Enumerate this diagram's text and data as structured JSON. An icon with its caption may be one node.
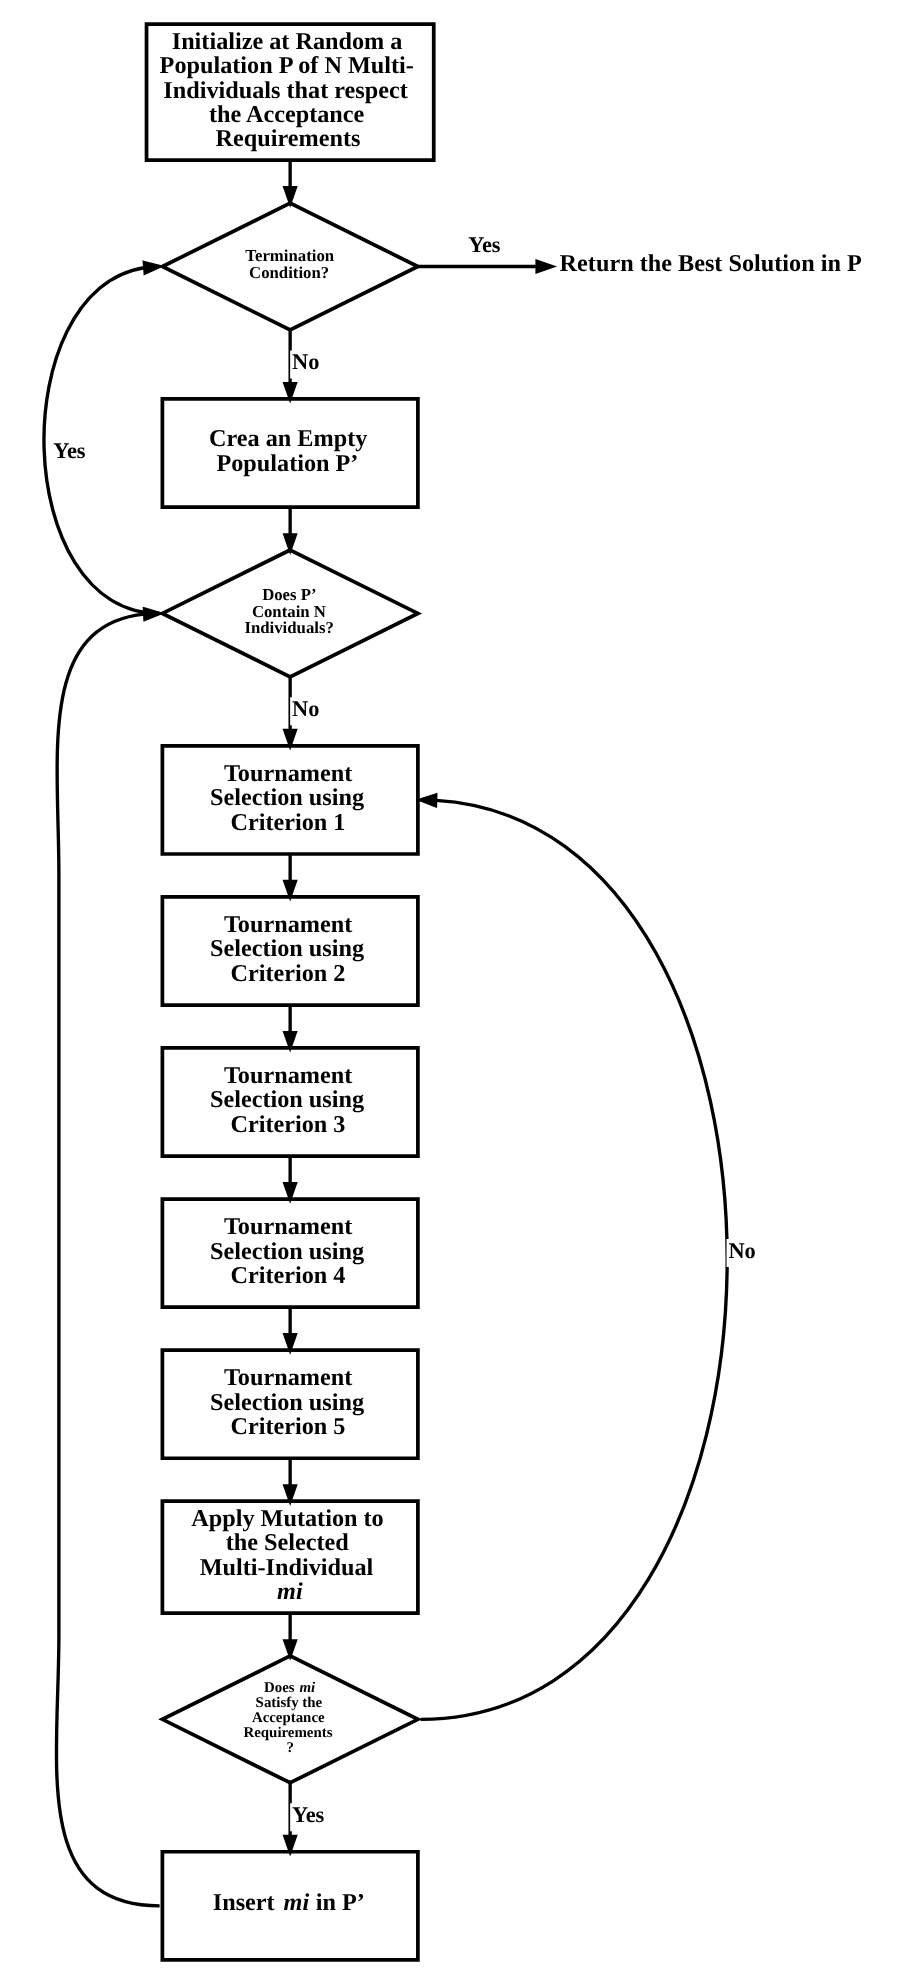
{
  "diagram": {
    "nodes": [
      {
        "text": [
          "Initialize at Random a Population P of N Multi-Individuals that respect the Acceptance Requirements"
        ]
      },
      {
        "text": [
          "Termination Condition?"
        ]
      },
      {
        "text": [
          "Return the Best Solution in P"
        ]
      },
      {
        "text": [
          "Crea an Empty Population P’"
        ]
      },
      {
        "text": [
          "Does P’ Contain N Individuals?"
        ]
      },
      {
        "text": [
          "Tournament Selection using Criterion 1"
        ]
      },
      {
        "text": [
          "Tournament Selection using Criterion 2"
        ]
      },
      {
        "text": [
          "Tournament Selection using Criterion 3"
        ]
      },
      {
        "text": [
          "Tournament Selection using Criterion 4"
        ]
      },
      {
        "text": [
          "Tournament Selection using Criterion 5"
        ]
      },
      {
        "text": [
          "Apply Mutation to the Selected Multi-Individual *mi*"
        ]
      },
      {
        "text": [
          "Does *mi* Satisfy the Acceptance Requirements ?"
        ]
      },
      {
        "text": [
          "Insert *mi* in P’"
        ]
      }
    ],
    "edges": [
      {
        "from": 0,
        "to": 1,
        "arrow": "to"
      },
      {
        "from": 1,
        "to": 2,
        "arrow": "to",
        "label": "Yes"
      },
      {
        "from": 1,
        "to": 3,
        "arrow": "to",
        "label": "No"
      },
      {
        "from": 3,
        "to": 4,
        "arrow": "to"
      },
      {
        "from": 12,
        "to": 4,
        "arrow": "to"
      },
      {
        "from": 4,
        "to": 1,
        "arrow": "to",
        "label": "Yes"
      },
      {
        "from": 4,
        "to": 5,
        "arrow": "to",
        "label": "No"
      },
      {
        "from": 5,
        "to": 6,
        "arrow": "to"
      },
      {
        "from": 6,
        "to": 7,
        "arrow": "to"
      },
      {
        "from": 7,
        "to": 8,
        "arrow": "to"
      },
      {
        "from": 8,
        "to": 9,
        "arrow": "to"
      },
      {
        "from": 9,
        "to": 10,
        "arrow": "to"
      },
      {
        "from": 10,
        "to": 11,
        "arrow": "to"
      },
      {
        "from": 11,
        "to": 5,
        "arrow": "to",
        "label": "No"
      },
      {
        "from": 11,
        "to": 12,
        "arrow": "to",
        "label": "Yes"
      }
    ]
  }
}
